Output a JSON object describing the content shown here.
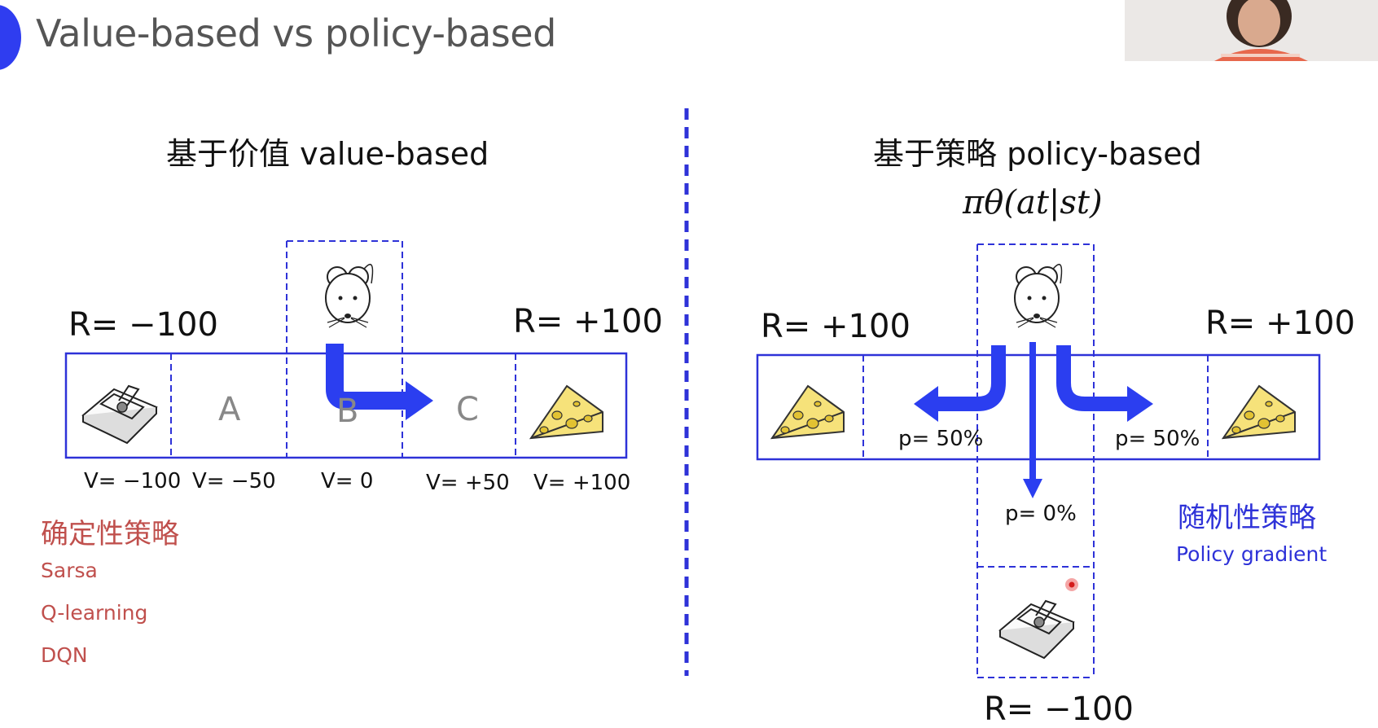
{
  "slide": {
    "title": "Value-based vs policy-based"
  },
  "left": {
    "heading": "基于价值 value-based",
    "r_left": "R= −100",
    "r_right": "R= +100",
    "cells": [
      "A",
      "B",
      "C"
    ],
    "values": [
      "V= −100",
      "V= −50",
      "V= 0",
      "V= +50",
      "V= +100"
    ],
    "policy_type": "确定性策略",
    "algorithms": [
      "Sarsa",
      "Q-learning",
      "DQN"
    ]
  },
  "right": {
    "heading": "基于策略 policy-based",
    "formula": "πθ(at|st)",
    "r_left": "R= +100",
    "r_right": "R= +100",
    "r_bottom": "R= −100",
    "p_left": "p= 50%",
    "p_right": "p= 50%",
    "p_down": "p= 0%",
    "policy_type": "随机性策略",
    "method": "Policy gradient"
  },
  "colors": {
    "box_blue": "#2e32d8",
    "arrow_blue": "#2b3ef0",
    "accent_red": "#c0504d"
  },
  "icons": [
    "mouse-icon",
    "mousetrap-icon",
    "cheese-icon"
  ]
}
